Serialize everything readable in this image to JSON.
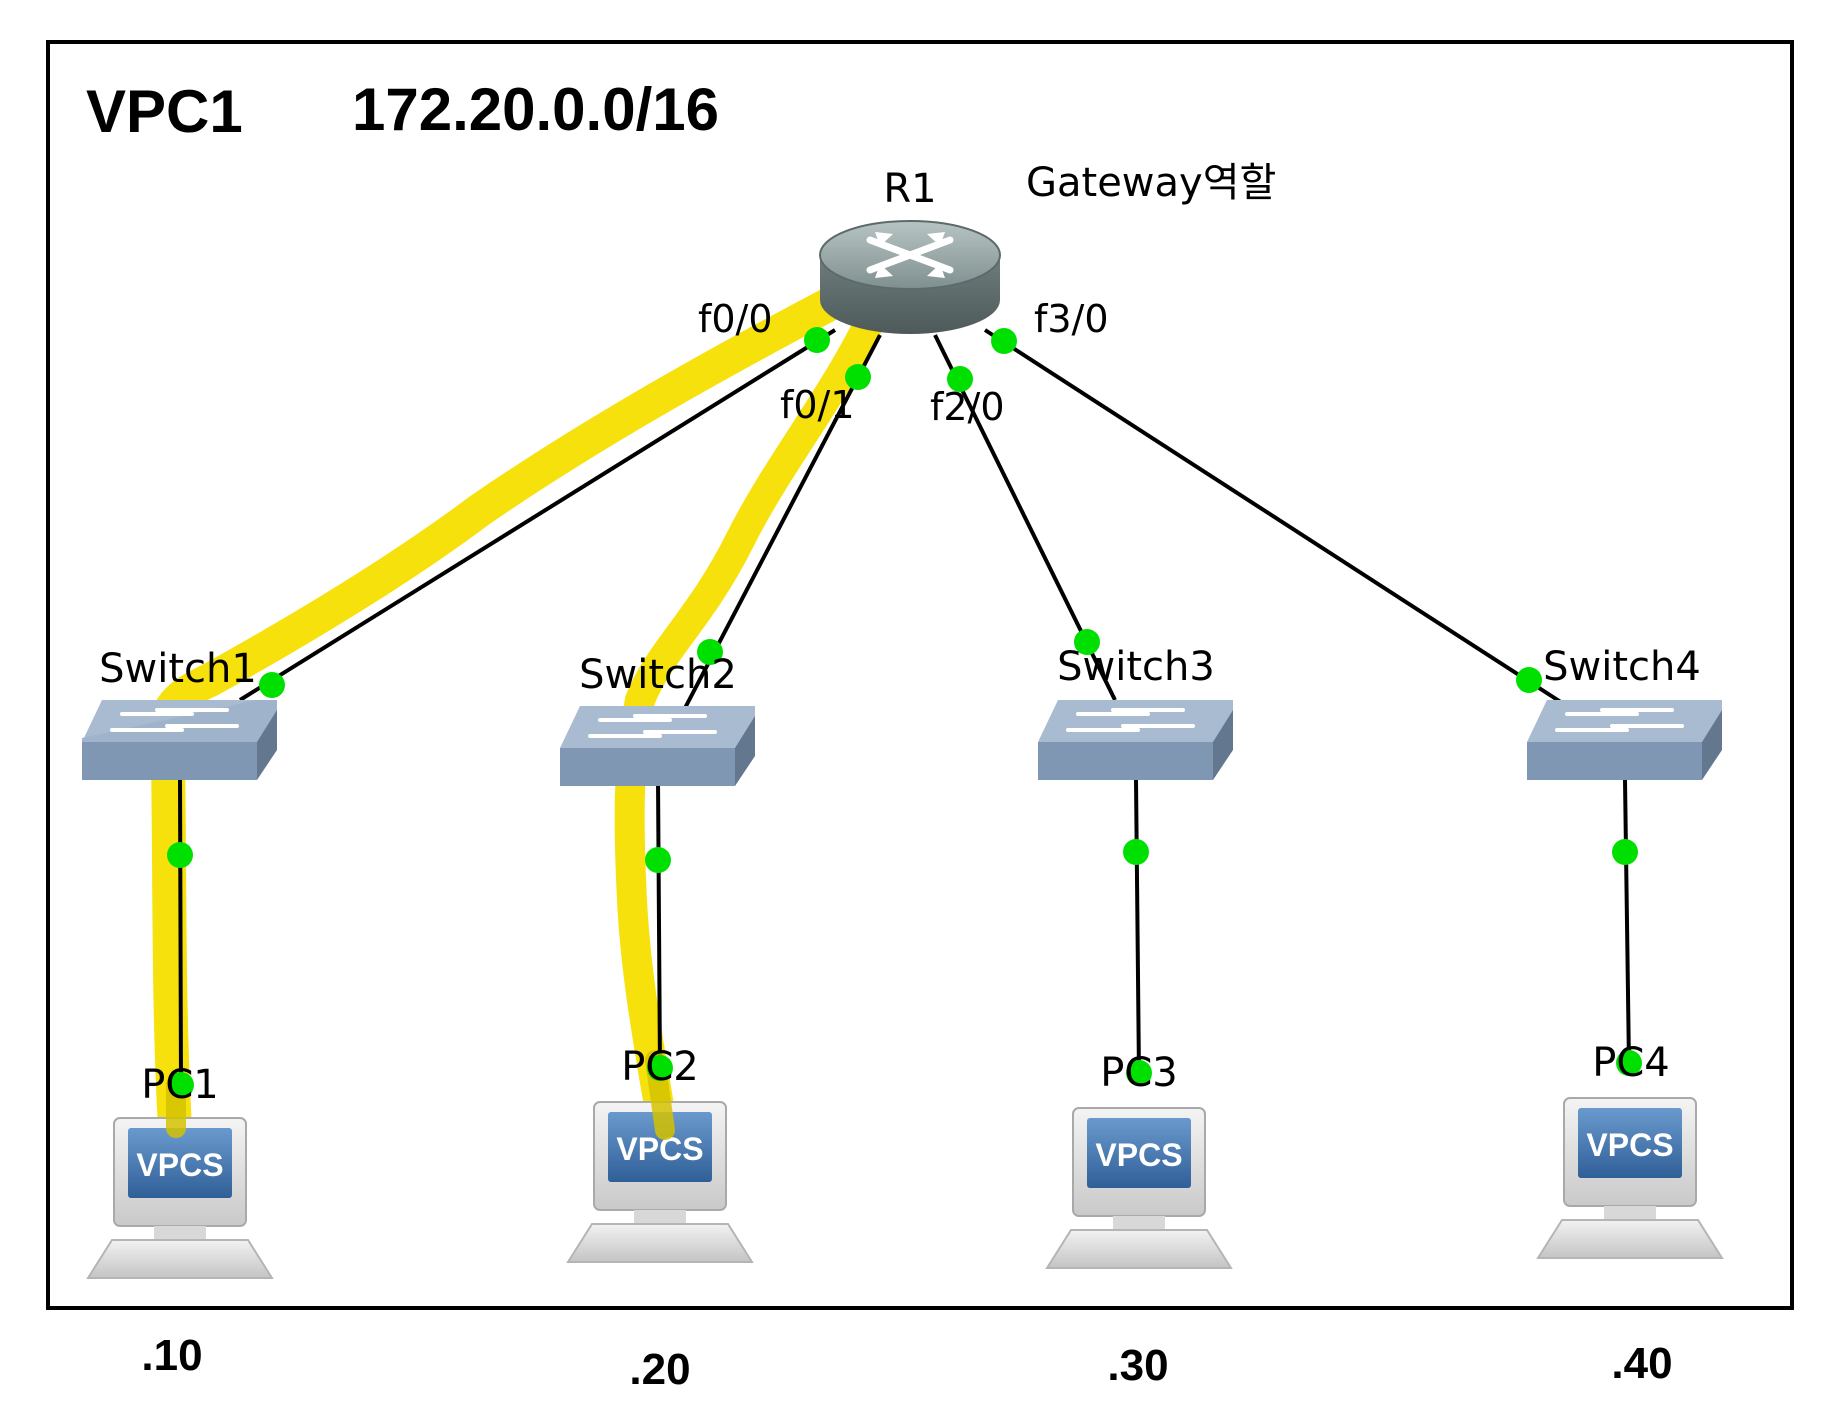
{
  "header": {
    "vpc_label": "VPC1",
    "network": "172.20.0.0/16"
  },
  "router": {
    "name": "R1",
    "note": "Gateway역할"
  },
  "ports": {
    "f0_0": "f0/0",
    "f0_1": "f0/1",
    "f2_0": "f2/0",
    "f3_0": "f3/0"
  },
  "switches": [
    "Switch1",
    "Switch2",
    "Switch3",
    "Switch4"
  ],
  "pcs": [
    {
      "name": "PC1",
      "badge": "VPCS",
      "ip": ".10"
    },
    {
      "name": "PC2",
      "badge": "VPCS",
      "ip": ".20"
    },
    {
      "name": "PC3",
      "badge": "VPCS",
      "ip": ".30"
    },
    {
      "name": "PC4",
      "badge": "VPCS",
      "ip": ".40"
    }
  ],
  "colors": {
    "highlight": "#f7df00",
    "port_dot": "#00e000",
    "switch_body": "#7f97b2",
    "router_body": "#7e8c8c"
  }
}
